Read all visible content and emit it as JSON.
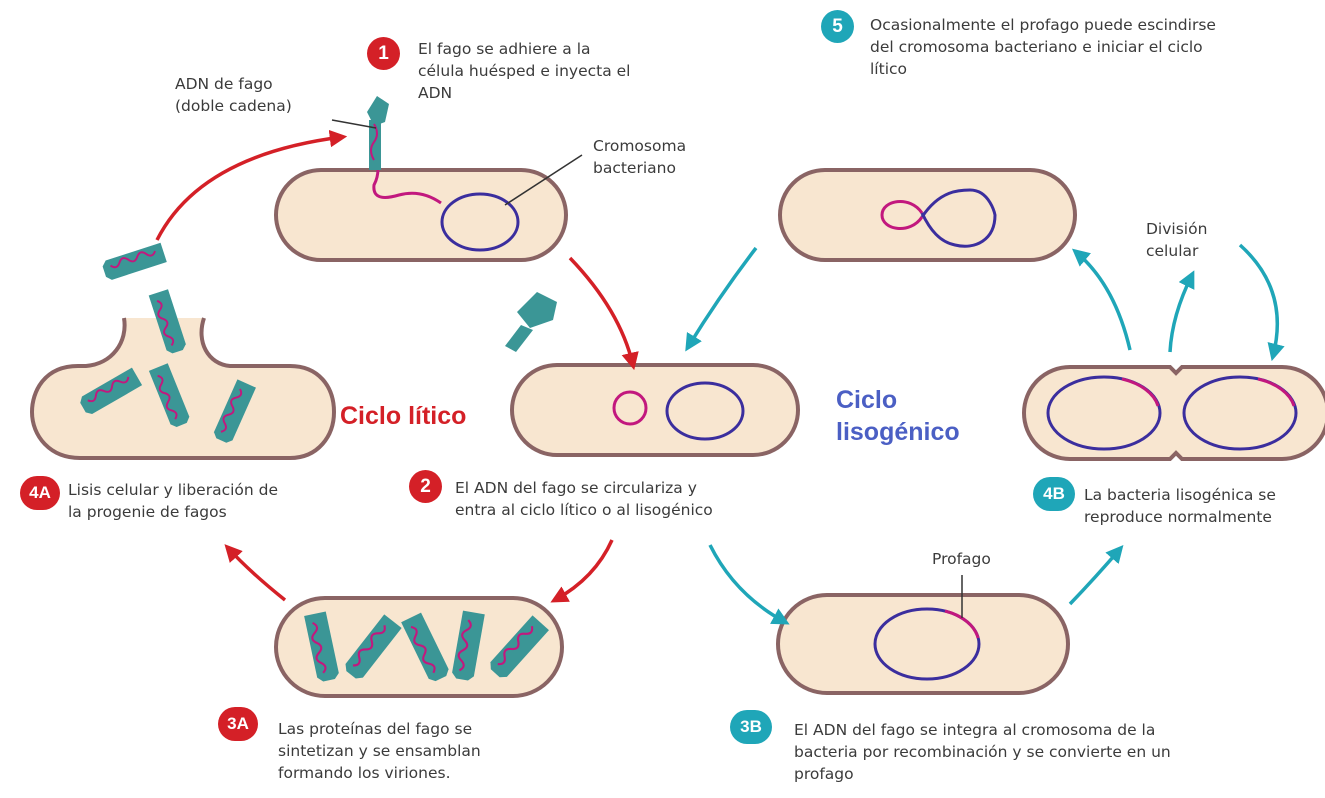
{
  "colors": {
    "cell_fill": "#f8e6d0",
    "cell_border": "#8a6464",
    "phage": "#3b9696",
    "dna_phage": "#c2187e",
    "chromosome": "#3b2e9e",
    "lytic_red": "#d42027",
    "lysogenic_teal": "#1fa6b8",
    "lysogenic_text": "#4b5fc4"
  },
  "steps": {
    "s1": {
      "badge": "1",
      "lines": [
        "El fago se adhiere a la",
        "célula huésped e inyecta el",
        "ADN"
      ]
    },
    "s2": {
      "badge": "2",
      "lines": [
        "El ADN del fago se circulariza y",
        "entra al ciclo lítico o al lisogénico"
      ]
    },
    "s3a": {
      "badge": "3A",
      "lines": [
        "Las proteínas del fago se",
        "sintetizan y se ensamblan",
        "formando los viriones."
      ]
    },
    "s3b": {
      "badge": "3B",
      "lines": [
        "El ADN del fago se integra al cromosoma de la",
        "bacteria por recombinación y se convierte en un",
        "profago"
      ]
    },
    "s4a": {
      "badge": "4A",
      "lines": [
        "Lisis celular y liberación de",
        "la progenie de fagos"
      ]
    },
    "s4b": {
      "badge": "4B",
      "lines": [
        "La bacteria lisogénica se",
        "reproduce normalmente"
      ]
    },
    "s5": {
      "badge": "5",
      "lines": [
        "Ocasionalmente el profago puede escindirse",
        "del cromosoma bacteriano e iniciar el ciclo",
        "lítico"
      ]
    }
  },
  "labels": {
    "phage_dna": [
      "ADN de fago",
      "(doble cadena)"
    ],
    "bacterial_chromosome": [
      "Cromosoma",
      "bacteriano"
    ],
    "cell_division": [
      "División",
      "celular"
    ],
    "prophage": "Profago"
  },
  "cycles": {
    "lytic": "Ciclo lítico",
    "lysogenic": [
      "Ciclo",
      "lisogénico"
    ]
  }
}
